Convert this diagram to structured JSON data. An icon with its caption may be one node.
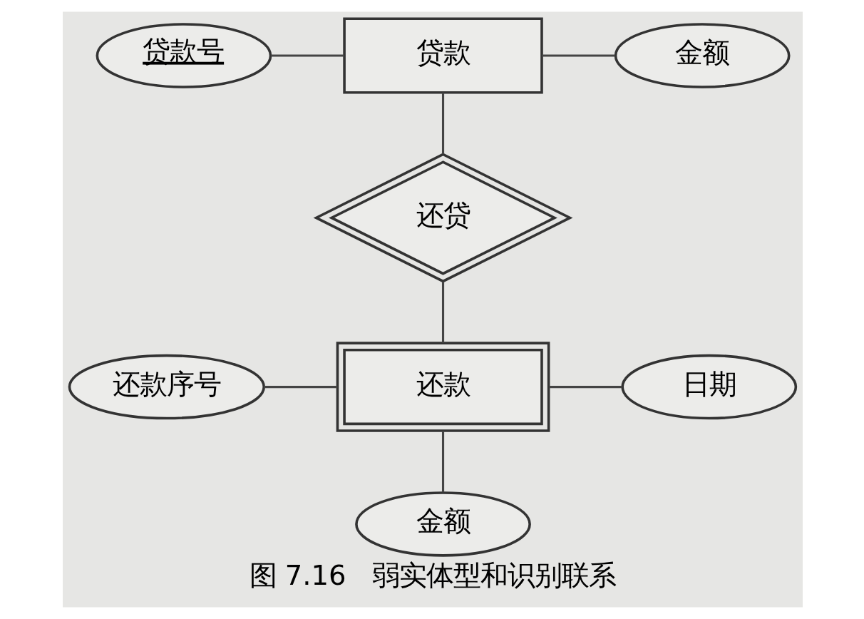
{
  "diagram": {
    "caption": "图 7.16   弱实体型和识别联系",
    "nodes": [
      {
        "text": [
          "贷款号"
        ]
      },
      {
        "text": [
          "贷款"
        ]
      },
      {
        "text": [
          "金额"
        ]
      },
      {
        "text": [
          "还贷"
        ]
      },
      {
        "text": [
          "日期"
        ]
      },
      {
        "text": [
          "还款序号"
        ]
      },
      {
        "text": [
          "还款"
        ]
      },
      {
        "text": [
          "金额"
        ]
      }
    ],
    "edges": [
      {
        "from": 0,
        "to": 1,
        "arrow": "none"
      },
      {
        "from": 1,
        "to": 2,
        "arrow": "none"
      },
      {
        "from": 1,
        "to": 3,
        "arrow": "none"
      },
      {
        "from": 3,
        "to": 6,
        "arrow": "none"
      },
      {
        "from": 5,
        "to": 6,
        "arrow": "none"
      },
      {
        "from": 6,
        "to": 4,
        "arrow": "none"
      },
      {
        "from": 6,
        "to": 7,
        "arrow": "none"
      }
    ]
  }
}
